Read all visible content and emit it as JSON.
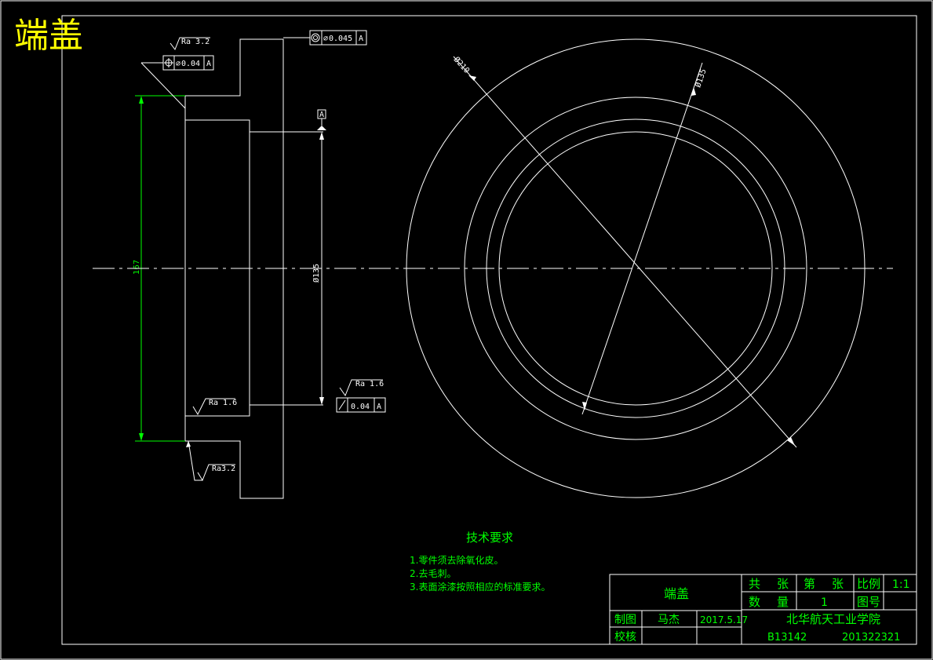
{
  "part_title": "端盖",
  "colors": {
    "accent_yellow": "#ffff00",
    "text_green": "#00ff00",
    "line_white": "#ffffff",
    "background": "#000000"
  },
  "callouts": {
    "concentricity_value": "0.045",
    "concentricity_datum": "A",
    "top_rough": "Ra 3.2",
    "top_tol_value": "0.04",
    "top_tol_datum": "A",
    "datum_label": "A",
    "bottom_rough": "Ra 1.6",
    "bottom_tol_value": "0.04",
    "bottom_tol_datum": "A",
    "inner_rough": "Ra 1.6",
    "outer_rough": "Ra3.2",
    "dim_height": "167",
    "dim_bore": "Ø135",
    "dim_outer": "Ø210",
    "dim_inner": "Ø135"
  },
  "tech": {
    "heading": "技术要求",
    "items": [
      "1.零件须去除氧化皮。",
      "2.去毛刺。",
      "3.表面涂漆按照相应的标准要求。"
    ]
  },
  "titleblock": {
    "name": "端盖",
    "gong": "共",
    "zhang1": "张",
    "di": "第",
    "zhang2": "张",
    "scale_label": "比例",
    "scale_value": "1:1",
    "qty_label1": "数",
    "qty_label2": "量",
    "qty_value": "1",
    "drawing_no_label": "图号",
    "drawn_label": "制图",
    "drawn_by": "马杰",
    "date": "2017.5.17",
    "checked_label": "校核",
    "school": "北华航天工业学院",
    "class_code": "B13142",
    "student_id": "201322321"
  }
}
